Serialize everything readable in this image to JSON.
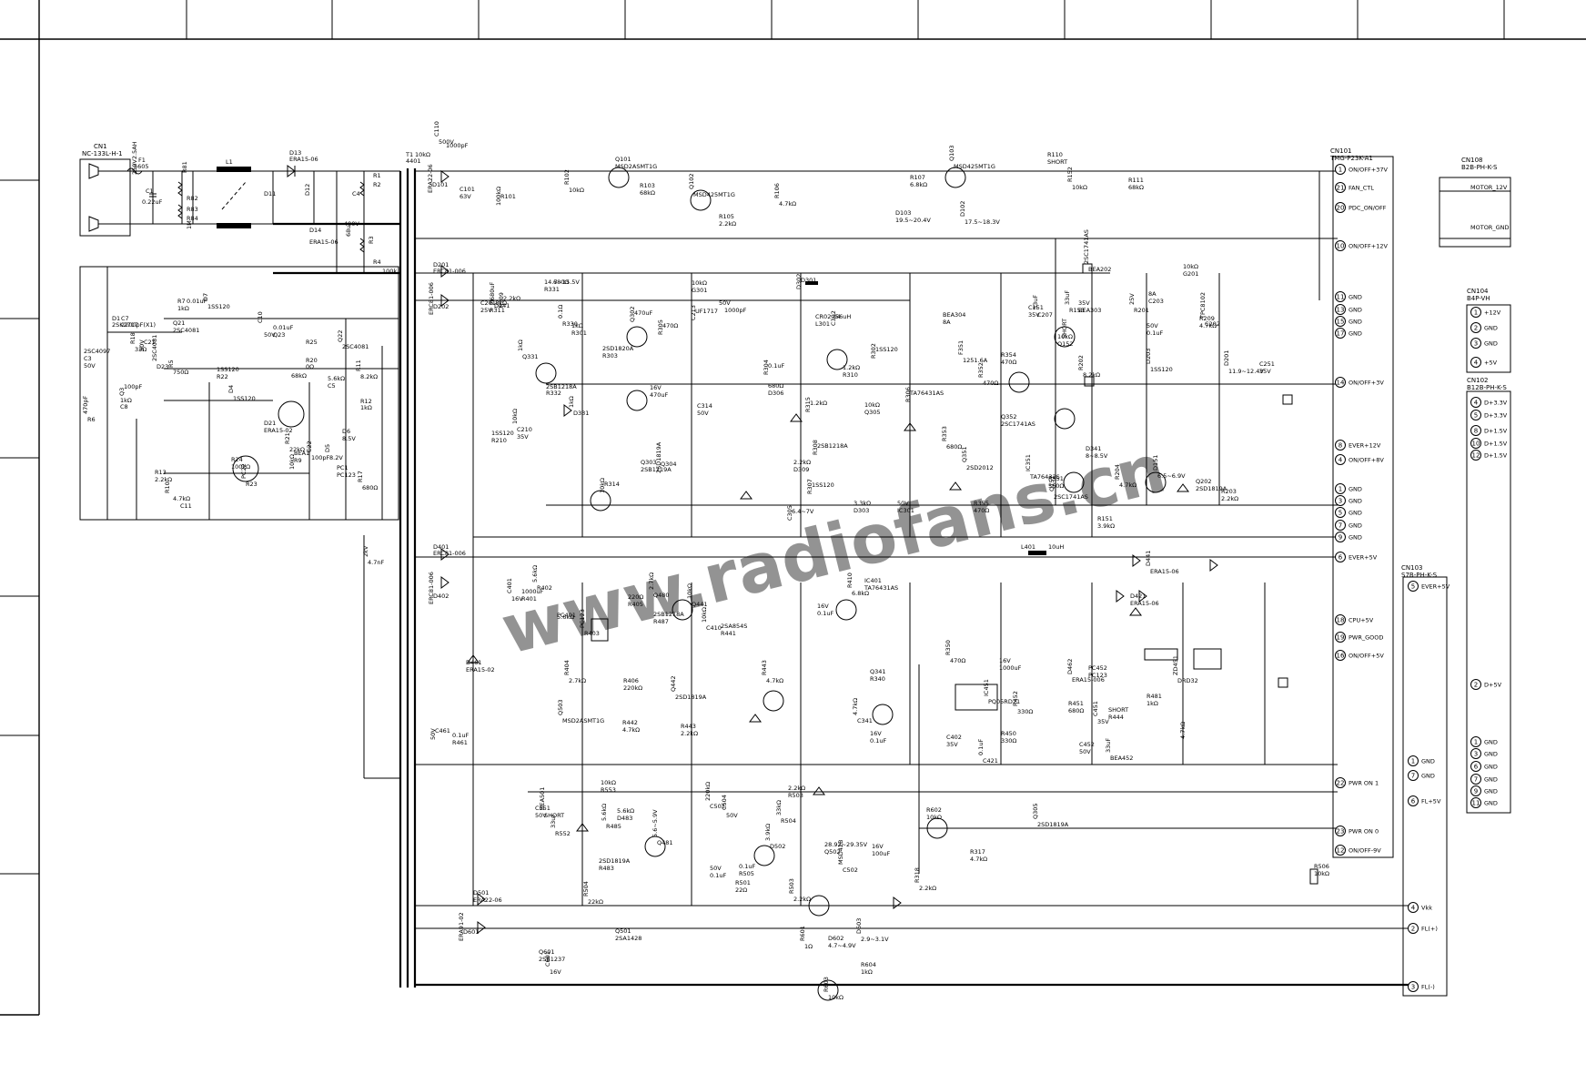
{
  "connectors": {
    "cn1": {
      "ref": "CN1",
      "part": "NC-133L-H-1"
    },
    "cn101": {
      "ref": "CN101",
      "part": "TMG-P23K-A1",
      "pins": [
        {
          "n": "1",
          "label": "ON/OFF+37V"
        },
        {
          "n": "21",
          "label": "FAN_CTL"
        },
        {
          "n": "20",
          "label": "PDC_ON/OFF"
        },
        {
          "n": "10",
          "label": "ON/OFF+12V"
        },
        {
          "n": "11",
          "label": "GND"
        },
        {
          "n": "13",
          "label": "GND"
        },
        {
          "n": "15",
          "label": "GND"
        },
        {
          "n": "17",
          "label": "GND"
        },
        {
          "n": "14",
          "label": "ON/OFF+3V"
        },
        {
          "n": "8",
          "label": "EVER+12V"
        },
        {
          "n": "4",
          "label": "ON/OFF+8V"
        },
        {
          "n": "1",
          "label": "GND"
        },
        {
          "n": "3",
          "label": "GND"
        },
        {
          "n": "5",
          "label": "GND"
        },
        {
          "n": "7",
          "label": "GND"
        },
        {
          "n": "9",
          "label": "GND"
        },
        {
          "n": "6",
          "label": "EVER+5V"
        },
        {
          "n": "18",
          "label": "CPU+5V"
        },
        {
          "n": "19",
          "label": "PWR_GOOD"
        },
        {
          "n": "16",
          "label": "ON/OFF+5V"
        },
        {
          "n": "22",
          "label": "PWR ON 1"
        },
        {
          "n": "23",
          "label": "PWR ON 0"
        },
        {
          "n": "12",
          "label": "ON/OFF-9V"
        }
      ]
    },
    "cn108": {
      "ref": "CN108",
      "part": "B2B-PH-K-S",
      "pins": [
        {
          "label": "MOTOR_12V"
        },
        {
          "label": "MOTOR_GND"
        }
      ]
    },
    "cn104": {
      "ref": "CN104",
      "part": "B4P-VH",
      "pins": [
        {
          "n": "1",
          "label": "+12V"
        },
        {
          "n": "2",
          "label": "GND"
        },
        {
          "n": "3",
          "label": "GND"
        },
        {
          "n": "4",
          "label": "+5V"
        }
      ]
    },
    "cn102": {
      "ref": "CN102",
      "part": "B12B-PH-K-S",
      "pins": [
        {
          "n": "4",
          "label": "D+3.3V"
        },
        {
          "n": "5",
          "label": "D+3.3V"
        },
        {
          "n": "8",
          "label": "D+1.5V"
        },
        {
          "n": "10",
          "label": "D+1.5V"
        },
        {
          "n": "12",
          "label": "D+1.5V"
        },
        {
          "n": "2",
          "label": "D+5V"
        },
        {
          "n": "1",
          "label": "GND"
        },
        {
          "n": "3",
          "label": "GND"
        },
        {
          "n": "6",
          "label": "GND"
        },
        {
          "n": "7",
          "label": "GND"
        },
        {
          "n": "9",
          "label": "GND"
        },
        {
          "n": "11",
          "label": "GND"
        }
      ]
    },
    "cn103": {
      "ref": "CN103",
      "part": "S7B-PH-K-S",
      "pins": [
        {
          "n": "5",
          "label": "EVER+5V"
        },
        {
          "n": "1",
          "label": "GND"
        },
        {
          "n": "7",
          "label": "GND"
        },
        {
          "n": "6",
          "label": "FL+5V"
        },
        {
          "n": "4",
          "label": "Vkk"
        },
        {
          "n": "2",
          "label": "FL(+)"
        },
        {
          "n": "3",
          "label": "FL(-)"
        }
      ]
    }
  },
  "components": {
    "input": [
      "F1",
      "5605",
      "250V2.5AH",
      "L1",
      "C1",
      "0.22uF",
      "R81",
      "R82",
      "R83",
      "R84",
      "1M",
      "D13",
      "ERA15-06",
      "D11",
      "D12",
      "D14",
      "ERA15-06",
      "C4",
      "68uF",
      "400V",
      "R1",
      "R2",
      "R3",
      "R4",
      "100k"
    ],
    "primary": [
      "D1",
      "2SK2717",
      "R18",
      "33Ω",
      "R7",
      "1kΩ",
      "D7",
      "1SS120",
      "Q21",
      "2SC4081",
      "C10",
      "50V",
      "0.01uF",
      "Q23",
      "2SC4081",
      "D23",
      "1SS120",
      "R22",
      "R5",
      "750Ω",
      "R25",
      "68kΩ",
      "Q22",
      "2SC4081",
      "R20",
      "0Ω",
      "D4",
      "1SS120",
      "D21",
      "ERA15-02",
      "R21",
      "22kΩ",
      "R24",
      "100kΩ",
      "PC22",
      "R23",
      "5.6kΩ",
      "C5",
      "C22",
      "100pF",
      "PC1",
      "PC123",
      "R11",
      "8.2kΩ",
      "R12",
      "1kΩ",
      "D5",
      "8.2V",
      "D6",
      "8.5V",
      "R17",
      "680Ω",
      "R13",
      "2.2kΩ",
      "R10",
      "4.7kΩ",
      "C11",
      "100pF",
      "Q3",
      "2SC4097",
      "C3",
      "50V",
      "470pF",
      "R6",
      "1kΩ",
      "C8",
      "2kV",
      "4.7nF",
      "BEA1",
      "R9",
      "10kΩ",
      "C7",
      "2200pF(X1)",
      "C21",
      "50V",
      "0.01uF"
    ],
    "transformer": [
      "T1",
      "4401",
      "C110",
      "500V",
      "1000pF",
      "D101",
      "ERA22-06",
      "C101",
      "63V",
      "R101",
      "100kΩ",
      "D201",
      "ERC81-006",
      "D202",
      "ERC81-006",
      "D401",
      "ERC81-006",
      "D402",
      "ERC81-006",
      "D501",
      "ERA22-06",
      "D601",
      "ERA91-02",
      "D461",
      "ERA15-02",
      "C461",
      "50V",
      "0.1uF",
      "R461",
      "10kΩ"
    ],
    "plus37": [
      "Q101",
      "MSD2ASMT1G",
      "R102",
      "10kΩ",
      "R103",
      "68kΩ",
      "Q102",
      "MSD425MT1G",
      "R105",
      "2.2kΩ",
      "R106",
      "4.7kΩ",
      "R107",
      "6.8kΩ",
      "Q103",
      "MSD425MT1G",
      "D103",
      "19.5~20.4V",
      "D102",
      "17.5~18.3V",
      "R110",
      "SHORT",
      "R152",
      "10kΩ",
      "R111",
      "68kΩ"
    ],
    "plus12": [
      "C201",
      "25V",
      "680uF",
      "D241",
      "14.7~15.5V",
      "R331",
      "0.1Ω",
      "R330",
      "1kΩ",
      "R301",
      "1kΩ",
      "Q331",
      "2SB1218A",
      "R332",
      "1kΩ",
      "D331",
      "1SS120",
      "R210",
      "10kΩ",
      "C210",
      "35V",
      "470uF",
      "Q302",
      "2SD1820A",
      "R303",
      "470Ω",
      "R305",
      "10kΩ",
      "G301",
      "UF1717",
      "C213",
      "50V",
      "1000pF",
      "D301",
      "D302",
      "CR02-04",
      "L301",
      "56uH",
      "C302",
      "16V",
      "470uF",
      "R314",
      "10kΩ",
      "Q303",
      "2SB1219A",
      "Q304",
      "2SD1819A",
      "C314",
      "50V",
      "0.1uF",
      "R304",
      "680Ω",
      "D306",
      "1SS120",
      "R302",
      "1.2kΩ",
      "R310",
      "1.2kΩ",
      "R315",
      "10kΩ",
      "Q305",
      "2SB1218A",
      "R308",
      "2.2kΩ",
      "D309",
      "1SS120",
      "R307",
      "3.3kΩ",
      "D303",
      "6.4~7V",
      "C305",
      "50V",
      "IC301",
      "TA76431AS",
      "R306",
      "6.8kΩ",
      "R311",
      "2.2kΩ",
      "R309",
      "680Ω"
    ],
    "plus3v": [
      "C151",
      "35V",
      "33uF",
      "R153",
      "10kΩ",
      "Q152",
      "2SC1741AS",
      "BEA202",
      "8A",
      "C203",
      "25V",
      "R201",
      "10kΩ",
      "G201",
      "TPC8102",
      "C202",
      "50V",
      "0.1uF",
      "D203",
      "1SS120",
      "R209",
      "4.7kΩ",
      "R202",
      "8.2kΩ",
      "BEA304",
      "8A",
      "F351",
      "1251.6A",
      "R354",
      "470Ω",
      "R352",
      "470Ω",
      "Q352",
      "2SC1741AS",
      "Q351",
      "2SD2012",
      "R355",
      "470Ω",
      "IC351",
      "TA76432S",
      "R351",
      "560Ω",
      "R353",
      "680Ω",
      "D341",
      "8~8.5V",
      "Q151",
      "2SC1741AS",
      "R151",
      "3.9kΩ",
      "D151",
      "6.5~6.9V",
      "Q202",
      "2SD1819A",
      "R204",
      "4.7kΩ",
      "R203",
      "2.2kΩ",
      "D201",
      "11.9~12.4V",
      "C251",
      "35V",
      "33uF",
      "C207",
      "35V",
      "BEA303",
      "SHORT"
    ],
    "plus5v": [
      "L401",
      "10uH",
      "D441",
      "ERA15-06",
      "D421",
      "ERA15-06",
      "C401",
      "16V",
      "1000uF",
      "R401",
      "5.6kΩ",
      "R402",
      "5.6kΩ",
      "PC401",
      "PC123",
      "R403",
      "220Ω",
      "R405",
      "2.7kΩ",
      "Q480",
      "2SB1218A",
      "R487",
      "10kΩ",
      "Q441",
      "2SA854S",
      "R441",
      "10kΩ",
      "C410",
      "16V",
      "0.1uF",
      "R410",
      "6.8kΩ",
      "IC401",
      "TA76431AS",
      "R404",
      "2.7kΩ",
      "R406",
      "220kΩ",
      "Q503",
      "MSD2ASMT1G",
      "R442",
      "4.7kΩ",
      "Q442",
      "2SD1819A",
      "R443",
      "2.2kΩ",
      "R443",
      "4.7kΩ",
      "Q341",
      "R340",
      "4.7kΩ",
      "C341",
      "16V",
      "0.1uF",
      "R350",
      "470Ω",
      "C402",
      "35V",
      "0.1uF",
      "C421",
      "16V",
      "1000uF",
      "IC451",
      "PQ05RD21",
      "R450",
      "330Ω",
      "R452",
      "330Ω",
      "R451",
      "680Ω",
      "D462",
      "ERA15-006",
      "R481",
      "1kΩ",
      "ZD451",
      "DRD32",
      "PC452",
      "PC123",
      "C451",
      "35V",
      "C452",
      "50V",
      "33uF",
      "BEA452",
      "SHORT",
      "R444",
      "4.7kΩ"
    ],
    "display": [
      "C551",
      "50V",
      "33uF",
      "R552",
      "10kΩ",
      "R553",
      "5.6kΩ",
      "R485",
      "5.6kΩ",
      "D483",
      "5.6~5.9V",
      "Q481",
      "2SD1819A",
      "R483",
      "220kΩ",
      "C503",
      "50V",
      "0.1uF",
      "C504",
      "50V",
      "0.1uF",
      "R505",
      "33kΩ",
      "R504",
      "2.2kΩ",
      "R503",
      "3.9kΩ",
      "D502",
      "28.92~29.35V",
      "Q502",
      "MSD42B",
      "C502",
      "16V",
      "100uF",
      "R504",
      "22kΩ",
      "R501",
      "22Ω",
      "R503",
      "2.2kΩ",
      "Q501",
      "2SA1428",
      "R601",
      "1Ω",
      "D602",
      "4.7~4.9V",
      "D603",
      "2.9~3.1V",
      "R604",
      "1kΩ",
      "R603",
      "10kΩ",
      "Q601",
      "2SB1237",
      "C601",
      "16V",
      "R602",
      "10kΩ",
      "Q305",
      "2SD1819A",
      "R317",
      "4.7kΩ",
      "R318",
      "2.2kΩ",
      "R506",
      "10kΩ",
      "BEA501",
      "SHORT"
    ]
  }
}
